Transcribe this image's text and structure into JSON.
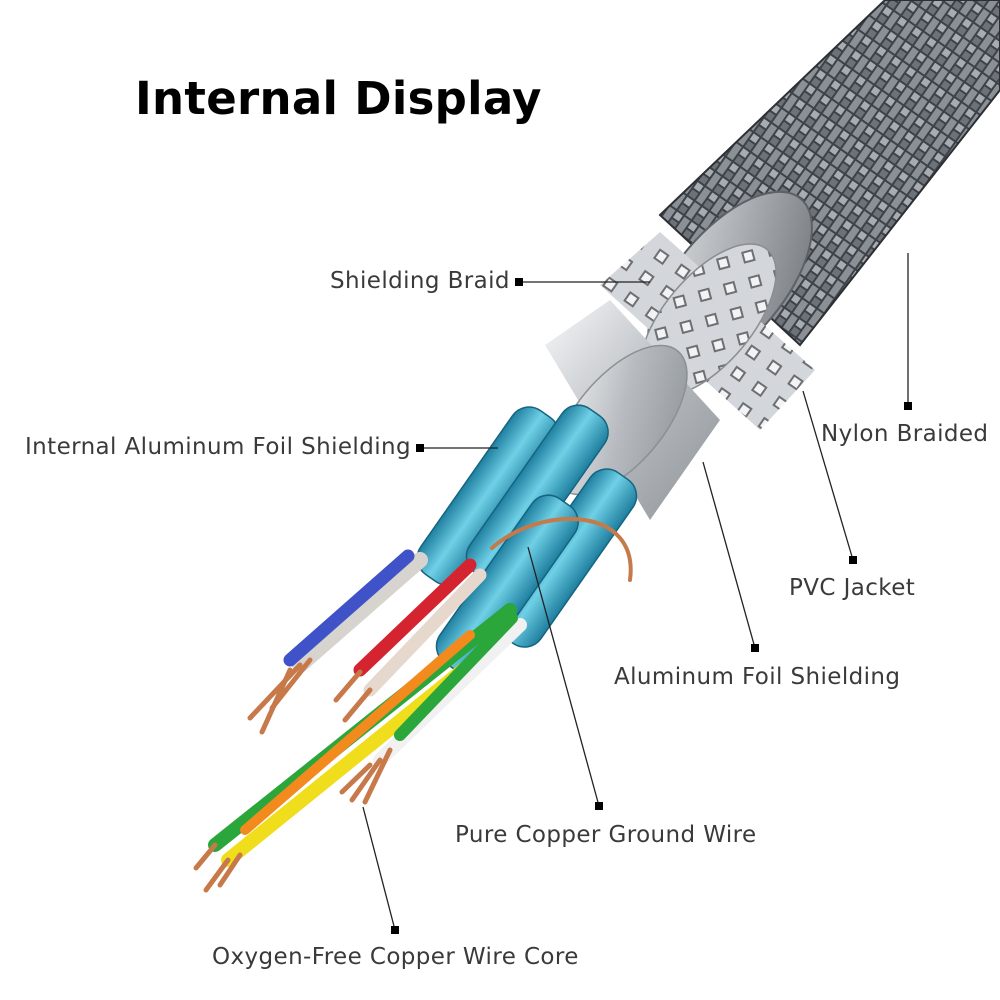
{
  "title": "Internal Display",
  "labels": {
    "shielding_braid": "Shielding Braid",
    "internal_foil": "Internal Aluminum Foil Shielding",
    "nylon_braided": "Nylon Braided",
    "pvc_jacket": "PVC Jacket",
    "aluminum_foil": "Aluminum Foil Shielding",
    "ground_wire": "Pure Copper Ground Wire",
    "wire_core": "Oxygen-Free Copper Wire Core"
  },
  "colors": {
    "nylon_braid": "#4a4f55",
    "pvc_jacket": "#b9bcbf",
    "shield_braid": "#c9ccd0",
    "foil": "#dfe2e5",
    "inner_foil": "#38a9c6",
    "copper": "#c8794a",
    "leader_line": "#222222"
  }
}
